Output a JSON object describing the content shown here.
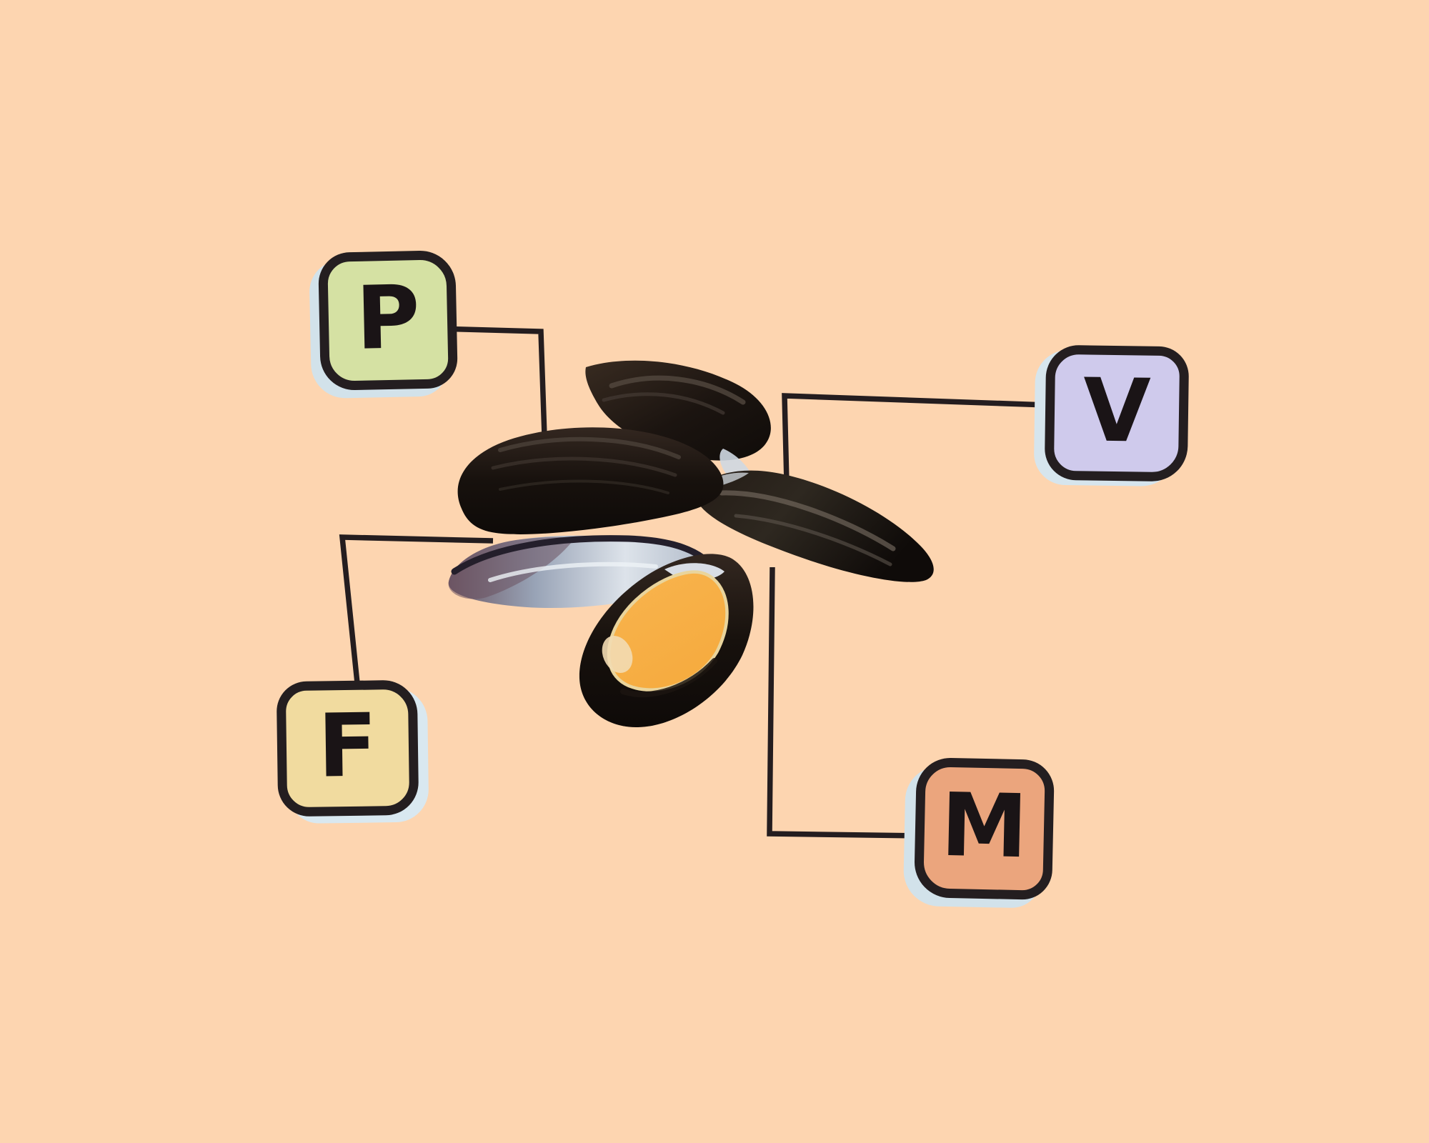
{
  "canvas": {
    "background": "#fdd5b0",
    "connector_color": "#241d1f",
    "tile_border_color": "#241e20",
    "tile_shadow_color": "#d5e4ec"
  },
  "image": {
    "name": "mussels-photo",
    "description": "Cluster of dark mussel shells, one opened showing orange flesh and one showing silvery shell interior"
  },
  "labels": {
    "p": {
      "letter": "P",
      "fill": "#d5e1a3"
    },
    "v": {
      "letter": "V",
      "fill": "#cfcaec"
    },
    "f": {
      "letter": "F",
      "fill": "#f1db9f"
    },
    "m": {
      "letter": "M",
      "fill": "#eba57d"
    }
  }
}
